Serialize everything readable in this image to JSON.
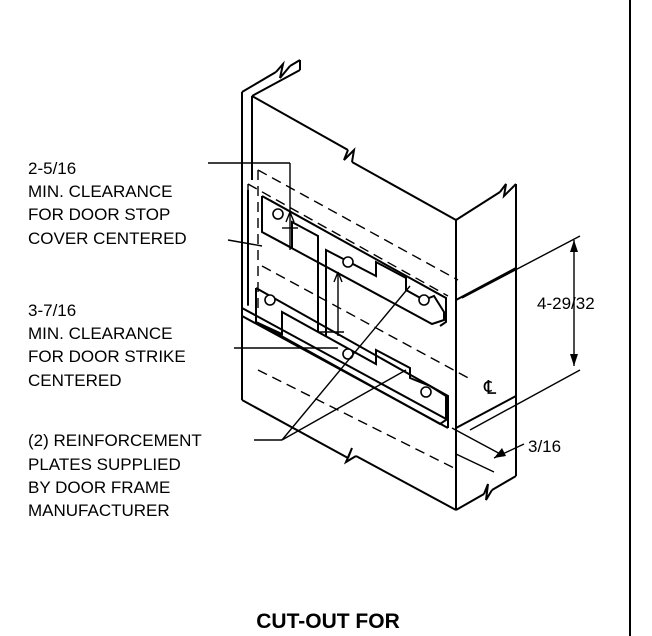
{
  "labels": {
    "stop_clearance": [
      "2-5/16",
      "MIN. CLEARANCE",
      "FOR DOOR STOP",
      "COVER CENTERED"
    ],
    "strike_clearance": [
      "3-7/16",
      "MIN. CLEARANCE",
      "FOR DOOR STRIKE",
      "CENTERED"
    ],
    "reinforcement": [
      "(2) REINFORCEMENT",
      "PLATES SUPPLIED",
      "BY DOOR FRAME",
      "MANUFACTURER"
    ],
    "dim_height": "4-29/32",
    "dim_thickness": "3/16",
    "centerline_symbol": "℄",
    "title": "CUT-OUT FOR"
  },
  "colors": {
    "ink": "#000000",
    "paper": "#ffffff"
  }
}
